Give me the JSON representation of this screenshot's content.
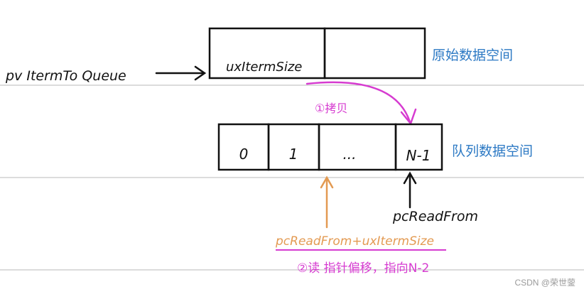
{
  "colors": {
    "ink": "#111111",
    "rule": "#b9b9b9",
    "blue": "#2c79c4",
    "magenta": "#d63bd0",
    "orange": "#e39a52"
  },
  "source_pointer": "pv ItermTo Queue",
  "original_buffer": {
    "cells": [
      "uxItermSize",
      ""
    ],
    "label": "原始数据空间"
  },
  "copy_step": "①拷贝",
  "queue_buffer": {
    "cells": [
      "0",
      "1",
      "...",
      "N-1"
    ],
    "label": "队列数据空间"
  },
  "read_pointer": "pcReadFrom",
  "offset_expression": "pcReadFrom+uxItermSize",
  "read_step": "②读 指针偏移，指向N-2",
  "watermark": "CSDN @荣世蓥"
}
